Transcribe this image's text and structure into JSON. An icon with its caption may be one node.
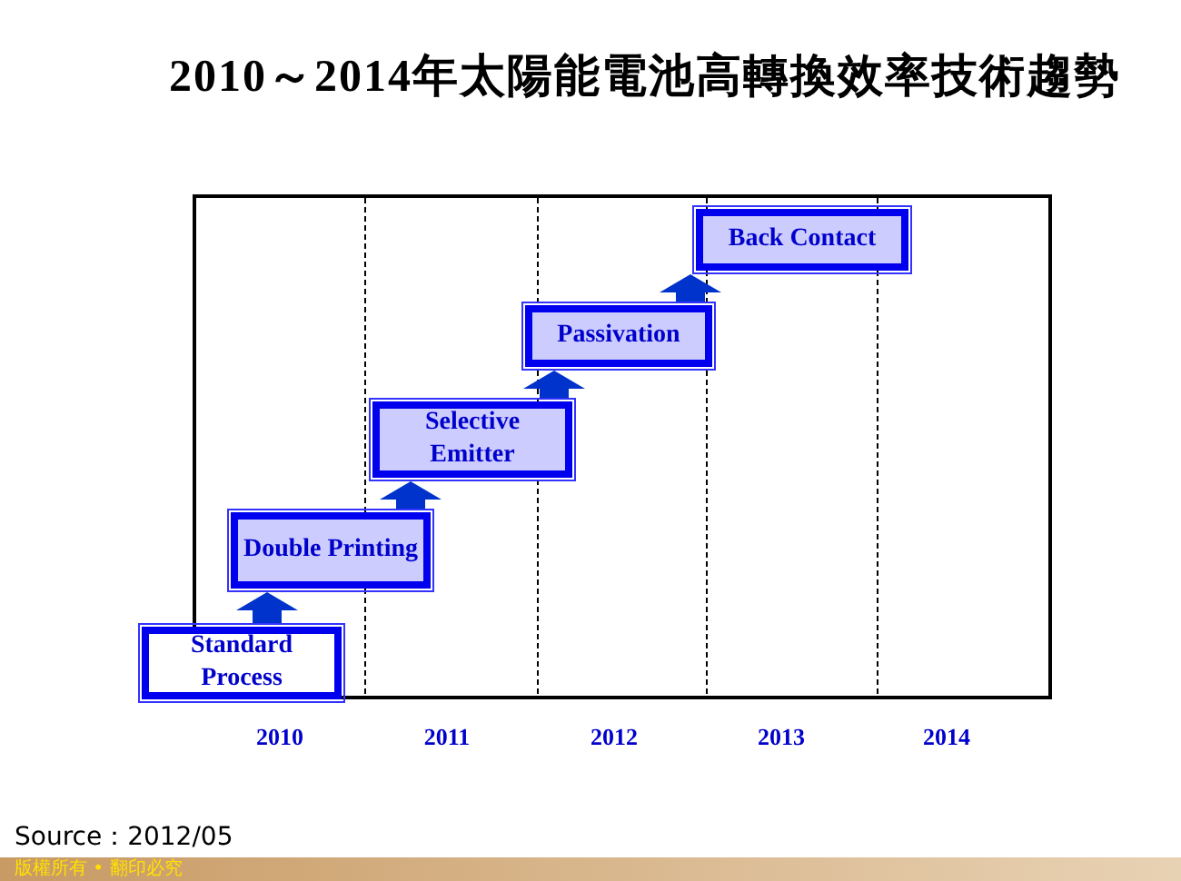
{
  "diagram": {
    "title": "2010～2014年太陽能電池高轉換效率技術趨勢",
    "nodes": [
      {
        "text": [
          "Standard Process"
        ]
      },
      {
        "text": [
          "Double Printing"
        ]
      },
      {
        "text": [
          "Selective Emitter"
        ]
      },
      {
        "text": [
          "Passivation"
        ]
      },
      {
        "text": [
          "Back Contact"
        ]
      }
    ],
    "edges": [
      {
        "from": 0,
        "to": 1,
        "arrow": "to"
      },
      {
        "from": 1,
        "to": 2,
        "arrow": "to"
      },
      {
        "from": 2,
        "to": 3,
        "arrow": "to"
      },
      {
        "from": 3,
        "to": 4,
        "arrow": "to"
      }
    ],
    "labels": [
      "2010",
      "2011",
      "2012",
      "2013",
      "2014",
      "Source：2012/05",
      "版權所有 • 翻印必究"
    ]
  }
}
